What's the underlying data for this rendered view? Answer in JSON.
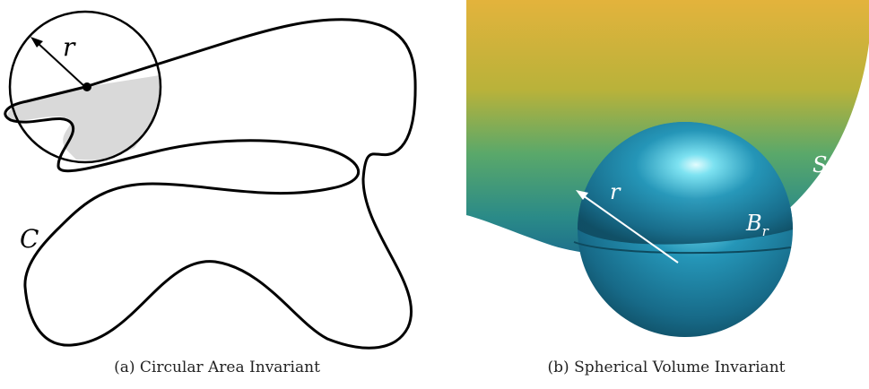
{
  "figure": {
    "panel_a": {
      "caption": "(a) Circular Area Invariant",
      "radius_label": "r",
      "curve_label": "C"
    },
    "panel_b": {
      "caption": "(b) Spherical Volume Invariant",
      "radius_label": "r",
      "ball_label": "B",
      "ball_label_subscript": "r",
      "surface_label": "S"
    }
  },
  "colors": {
    "curve": "#000000",
    "shaded_region": "#d9d9d9",
    "surface_top": "#e3b33c",
    "surface_mid": "#5aa86a",
    "surface_bottom": "#1d6e8c",
    "sphere": "#1f86a8"
  }
}
